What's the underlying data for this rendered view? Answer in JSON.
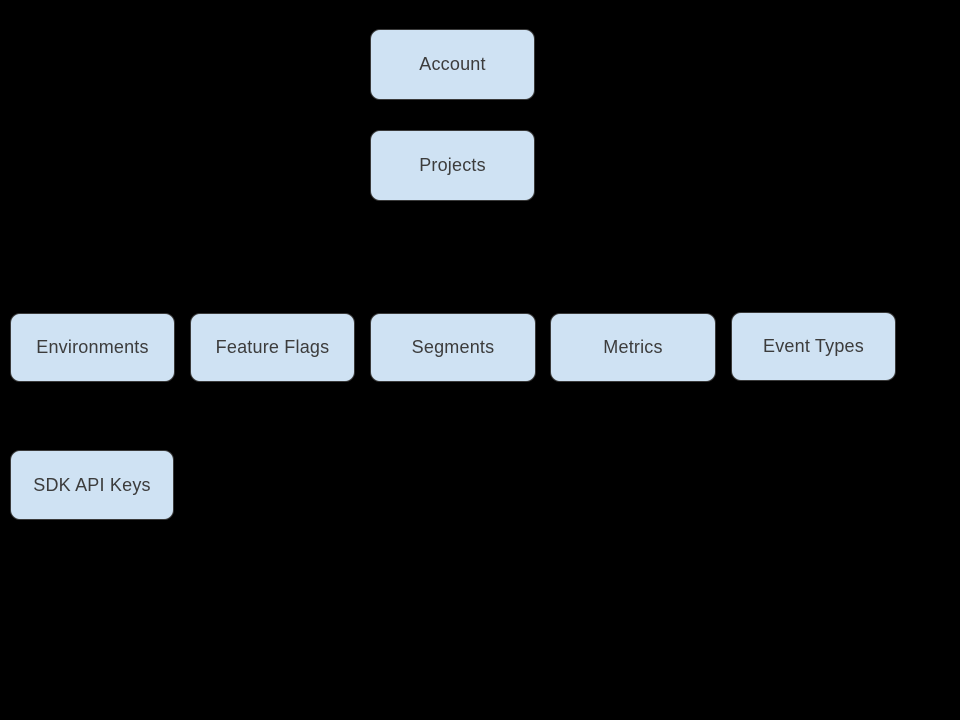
{
  "diagram": {
    "colors": {
      "canvas_bg": "#000000",
      "node_fill": "#cfe2f3",
      "node_border": "#3a3a3a",
      "node_text": "#3c3c3c"
    },
    "nodes": [
      {
        "id": "account",
        "label": "Account"
      },
      {
        "id": "projects",
        "label": "Projects"
      },
      {
        "id": "environments",
        "label": "Environments"
      },
      {
        "id": "feature-flags",
        "label": "Feature Flags"
      },
      {
        "id": "segments",
        "label": "Segments"
      },
      {
        "id": "metrics",
        "label": "Metrics"
      },
      {
        "id": "event-types",
        "label": "Event Types"
      },
      {
        "id": "sdk-api-keys",
        "label": "SDK API Keys"
      }
    ]
  }
}
